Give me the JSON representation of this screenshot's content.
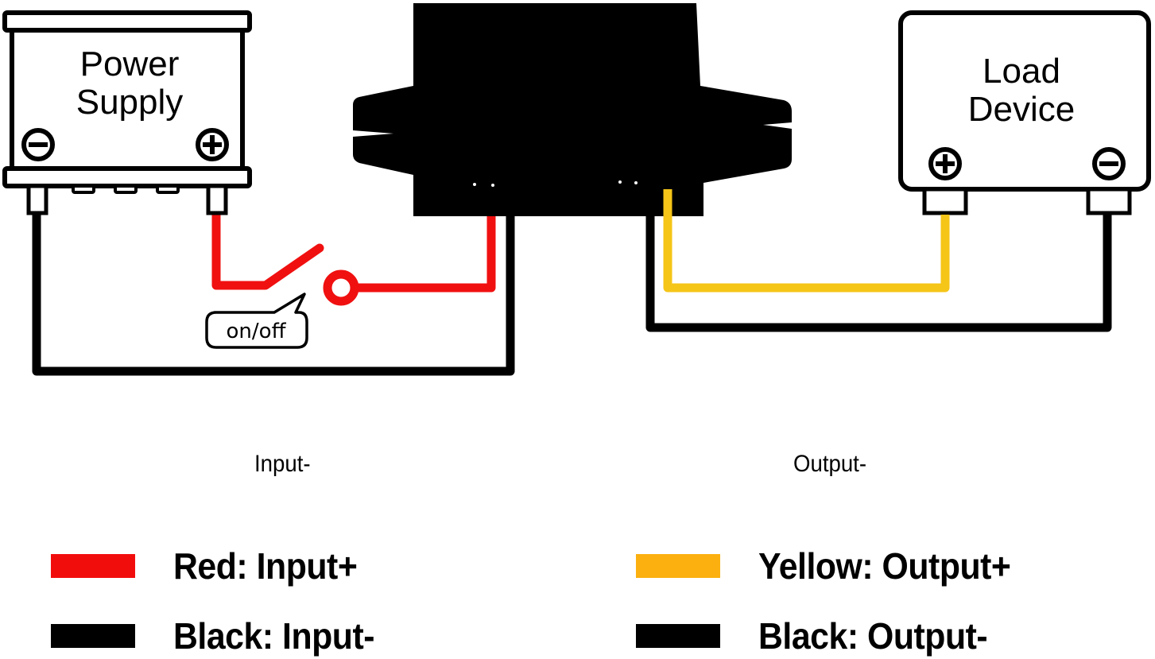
{
  "diagram": {
    "power_supply": {
      "label_line1": "Power",
      "label_line2": "Supply",
      "terminals": [
        "negative",
        "positive"
      ]
    },
    "converter_module": {
      "label": "",
      "wires": [
        "red",
        "black",
        "black",
        "yellow"
      ]
    },
    "load_device": {
      "label_line1": "Load",
      "label_line2": "Device",
      "terminals": [
        "positive",
        "negative"
      ]
    },
    "switch": {
      "label": "on/off"
    }
  },
  "sections": {
    "input_label": "Input-",
    "output_label": "Output-"
  },
  "legend": [
    {
      "color": "#f20d0d",
      "label": "Red: Input+"
    },
    {
      "color": "#000000",
      "label": "Black: Input-"
    },
    {
      "color": "#fbb010",
      "label": "Yellow: Output+"
    },
    {
      "color": "#000000",
      "label": "Black: Output-"
    }
  ],
  "colors": {
    "red_wire": "#f01010",
    "black_wire": "#000000",
    "yellow_wire": "#f5c518",
    "module_body": "#000000"
  }
}
